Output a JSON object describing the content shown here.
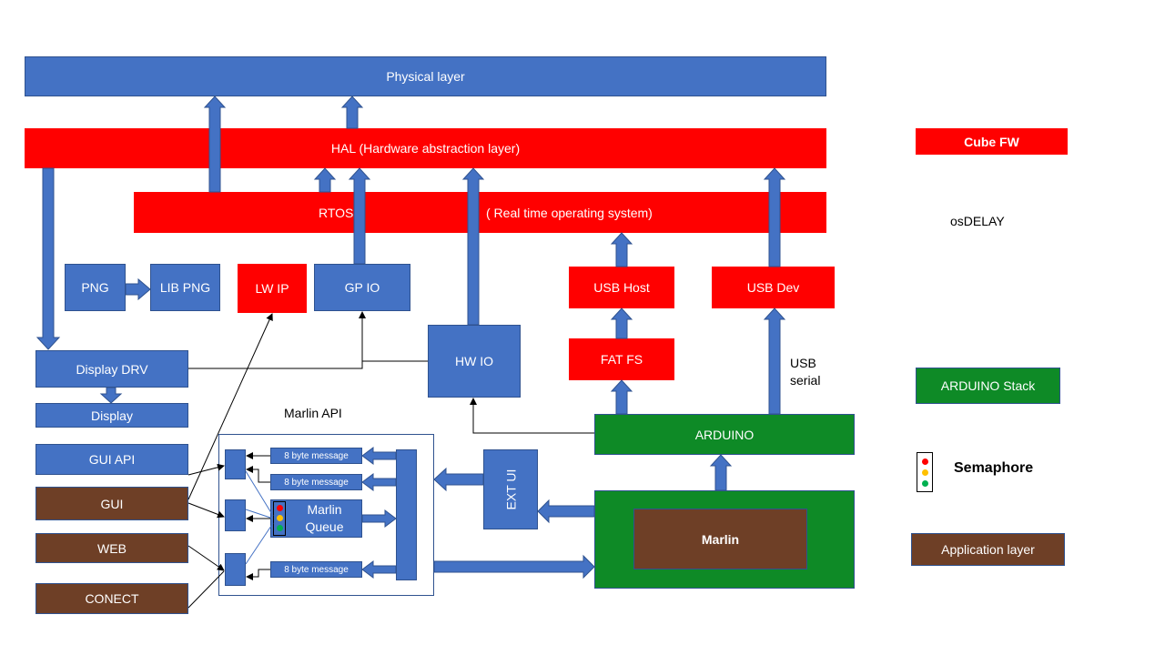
{
  "blocks": {
    "physical_layer": "Physical layer",
    "hal": "HAL (Hardware abstraction layer)",
    "rtos": "RTOS",
    "rtos_desc": "( Real time operating system)",
    "png": "PNG",
    "lib_png": "LIB PNG",
    "lw_ip": "LW IP",
    "gp_io": "GP IO",
    "usb_host": "USB Host",
    "usb_dev": "USB Dev",
    "display_drv": "Display DRV",
    "display": "Display",
    "gui_api": "GUI API",
    "gui": "GUI",
    "web": "WEB",
    "conect": "CONECT",
    "hw_io": "HW IO",
    "fat_fs": "FAT FS",
    "arduino": "ARDUINO",
    "ext_ui": "EXT UI",
    "marlin": "Marlin",
    "marlin_queue": "Marlin Queue"
  },
  "labels": {
    "usb_serial_1": "USB",
    "usb_serial_2": "serial",
    "marlin_api": "Marlin API",
    "msg_1": "8 byte message",
    "msg_2": "8 byte message",
    "msg_3": "8 byte message"
  },
  "legend": {
    "cube_fw": "Cube FW",
    "os_delay": "osDELAY",
    "arduino_stack": "ARDUINO Stack",
    "semaphore": "Semaphore",
    "application_layer": "Application layer"
  },
  "colors": {
    "cube_fw": "#ff0000",
    "hardware": "#4472c4",
    "arduino_stack": "#0e8a26",
    "application_layer": "#6e3f26",
    "semaphore_red": "#ff0000",
    "semaphore_yellow": "#ffc000",
    "semaphore_green": "#00b050"
  }
}
